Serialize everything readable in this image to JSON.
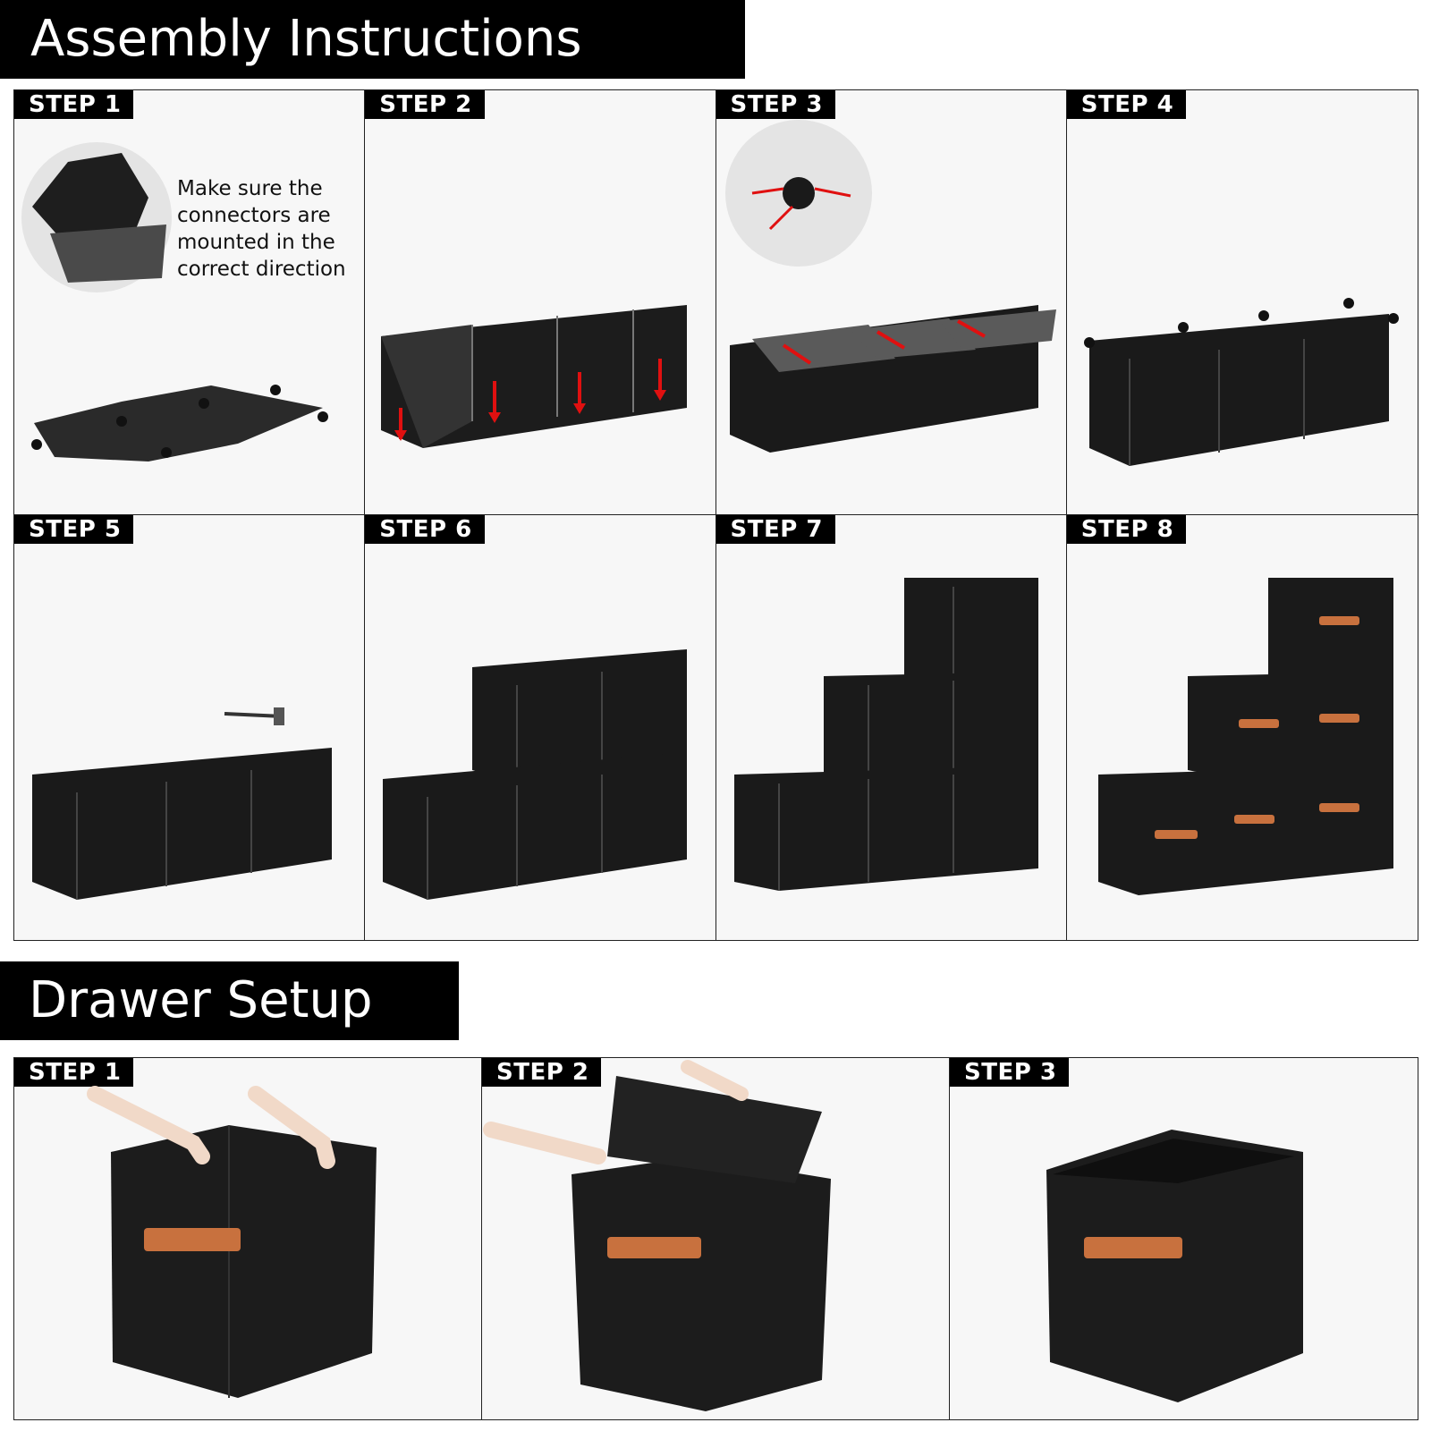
{
  "assembly": {
    "title": "Assembly Instructions",
    "steps": [
      {
        "label": "STEP 1",
        "note": "Make sure the connectors are mounted in the correct direction"
      },
      {
        "label": "STEP 2"
      },
      {
        "label": "STEP 3"
      },
      {
        "label": "STEP 4"
      },
      {
        "label": "STEP 5"
      },
      {
        "label": "STEP 6"
      },
      {
        "label": "STEP 7"
      },
      {
        "label": "STEP 8"
      }
    ]
  },
  "drawer": {
    "title": "Drawer Setup",
    "steps": [
      {
        "label": "STEP 1"
      },
      {
        "label": "STEP 2"
      },
      {
        "label": "STEP 3"
      }
    ]
  },
  "colors": {
    "banner": "#000000",
    "unit_black": "#1a1a1a",
    "arrow_red": "#e01010",
    "handle_orange": "#c8713e"
  }
}
